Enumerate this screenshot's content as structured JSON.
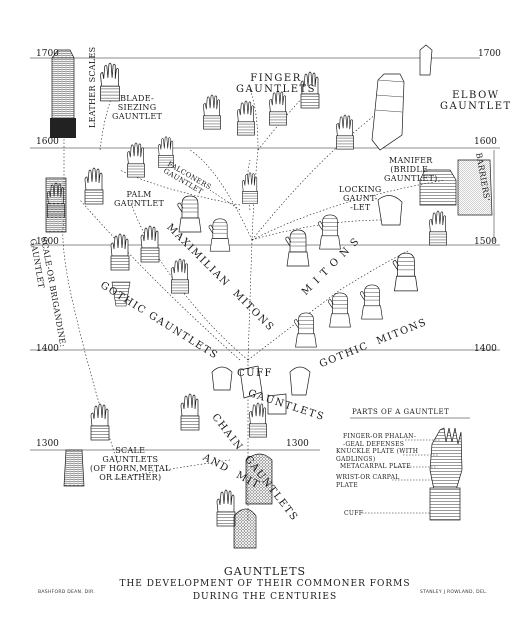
{
  "years": {
    "y1700_left": "1700",
    "y1700_right": "1700",
    "y1600_left": "1600",
    "y1600_right": "1600",
    "y1500_left": "1500",
    "y1500_right": "1500",
    "y1400_left": "1400",
    "y1400_right": "1400",
    "y1300_left": "1300",
    "y1300_right": "1300"
  },
  "labels": {
    "leather_scales": "LEATHER SCALES",
    "blade_sieizing": "BLADE-\nSIEZING\nGAUNTLET",
    "finger_gauntlets": "FINGER\nGAUNTLETS",
    "elbow_gauntlet": "ELBOW\nGAUNTLET",
    "barriers": "BARRIERS'",
    "falconers": "FALCONERS\nGAUNTLET",
    "palm_gauntlet": "PALM\nGAUNTLET",
    "manifer": "MANIFER\n(BRIDLE-\nGAUNTLET)",
    "locking": "LOCKING\nGAUNT-\n-LET",
    "maximilian": "MAXIMILIAN  MITONS",
    "mitons": "M I T O N S",
    "scale_brigandine": "SCALE-OR BRIGANDINE:\nGAUNTLET",
    "gothic_gauntlets": "GOTHIC GAUNTLETS",
    "gothic_mitons": "GOTHIC  MITONS",
    "cuff": "CUFF",
    "gauntlets_mid": "GAUNTLETS",
    "chain_gauntlets": "CHAIN  GAUNTLETS",
    "and_mit": "AND  MIT",
    "scale_gauntlets": "SCALE\nGAUNTLETS\n(OF HORN,METAL\nOR LEATHER)"
  },
  "parts": {
    "title": "PARTS OF A GAUNTLET",
    "finger": "FINGER-OR PHALAN-\n-GEAL DEFENSES",
    "knuckle": "KNUCKLE PLATE (WITH\nGADLINGS)",
    "metacarpal": "METACARPAL PLATE",
    "wrist": "WRIST-OR CARPAL\nPLATE",
    "cuff": "CUFF"
  },
  "caption": {
    "title": "GAUNTLETS",
    "line1": "THE DEVELOPMENT OF THEIR COMMONER FORMS",
    "line2": "DURING THE CENTURIES"
  },
  "credits": {
    "left": "BASHFORD DEAN. DIR.",
    "right": "STANLEY J ROWLAND, DEL."
  },
  "icons": {
    "glove": "glove-icon",
    "mitten": "mitten-icon",
    "cuff": "cuff-icon"
  },
  "colors": {
    "ink": "#1a1a1a",
    "paper": "#ffffff",
    "shade": "#9a9a9a"
  }
}
